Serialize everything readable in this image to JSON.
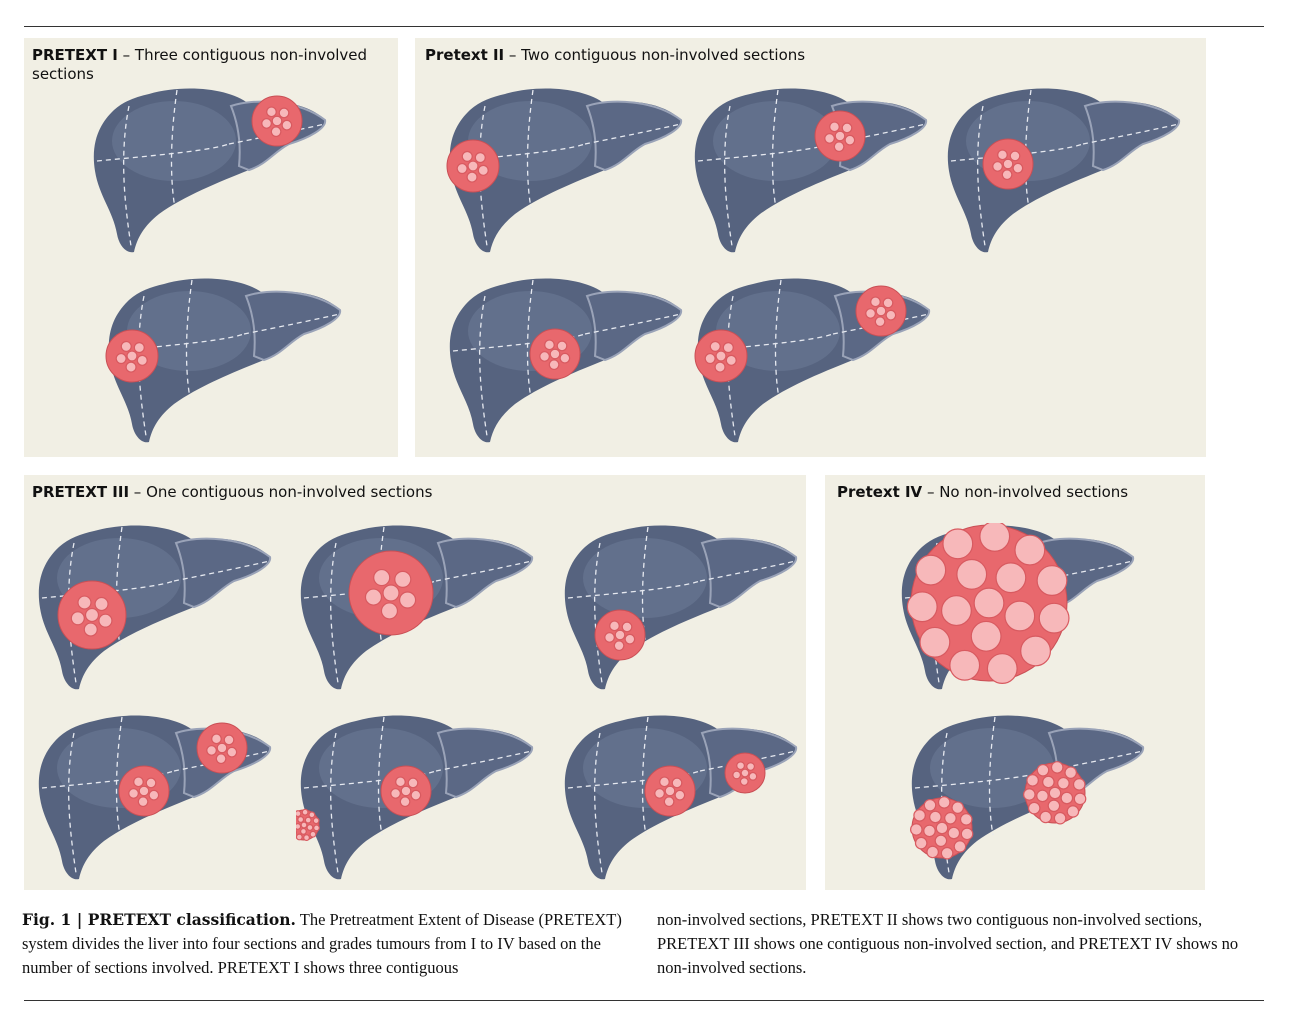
{
  "panels": [
    {
      "id": "p1",
      "title_bold": "PRETEXT I",
      "title_rest": " – Three contiguous non-involved sections"
    },
    {
      "id": "p2",
      "title_bold": "Pretext II",
      "title_rest": " – Two contiguous non-involved sections"
    },
    {
      "id": "p3",
      "title_bold": "PRETEXT III",
      "title_rest": " – One contiguous non-involved sections"
    },
    {
      "id": "p4",
      "title_bold": "Pretext IV",
      "title_rest": " – No non-involved sections"
    }
  ],
  "caption": {
    "fig_label": "Fig. 1 | PRETEXT classification.",
    "text_left": "The Pretreatment Extent of Disease (PRETEXT) system divides the liver into four sections and grades tumours from I to IV based on the number of sections involved. PRETEXT I shows three contiguous",
    "text_right": "non-involved sections, PRETEXT II shows two contiguous non-involved sections, PRETEXT III shows one contiguous non-involved section, and PRETEXT IV shows no non-involved sections."
  },
  "colors": {
    "panel_bg": "#f1efe4",
    "liver": "#56637f",
    "liver_highlight": "#6e7b98",
    "tumour": "#e8686d",
    "tumour_cell": "#f7b8ba"
  }
}
